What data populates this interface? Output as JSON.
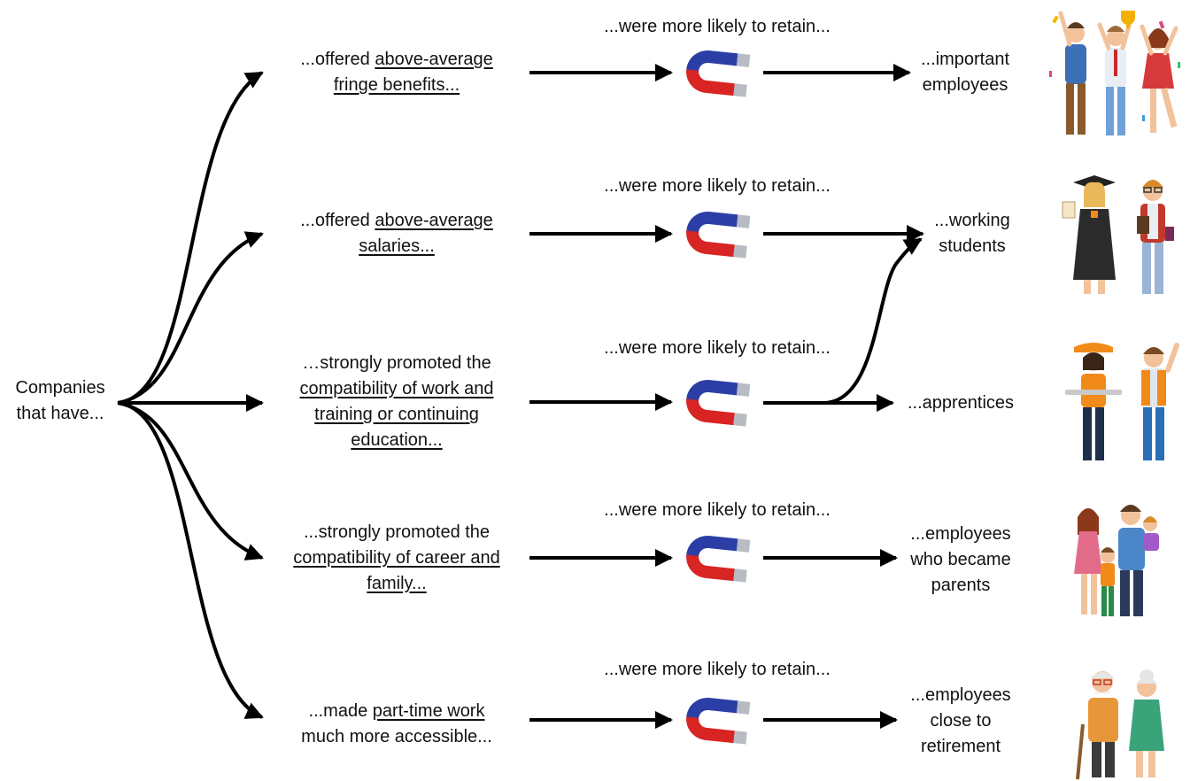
{
  "source": {
    "line1": "Companies",
    "line2": "that have..."
  },
  "retain_label": "...were more likely to retain...",
  "rows": [
    {
      "cause": [
        {
          "text": "...offered ",
          "underline": false
        },
        {
          "text": "above-average",
          "underline": true
        },
        {
          "br": true
        },
        {
          "text": "fringe benefits...",
          "underline": true
        }
      ],
      "target": [
        "...important",
        "employees"
      ],
      "illustration": "celebrating-employees-trophy"
    },
    {
      "cause": [
        {
          "text": "...offered ",
          "underline": false
        },
        {
          "text": "above-average",
          "underline": true
        },
        {
          "br": true
        },
        {
          "text": "salaries...",
          "underline": true
        }
      ],
      "target": [
        "...working",
        "students"
      ],
      "illustration": "graduate-and-student"
    },
    {
      "cause": [
        {
          "text": "…strongly promoted the",
          "underline": false
        },
        {
          "br": true
        },
        {
          "text": "compatibility of work and",
          "underline": true
        },
        {
          "br": true
        },
        {
          "text": "training or continuing",
          "underline": true
        },
        {
          "br": true
        },
        {
          "text": "education...",
          "underline": true
        }
      ],
      "target": [
        "...apprentices"
      ],
      "illustration": "apprentices-in-uniform"
    },
    {
      "cause": [
        {
          "text": "...strongly promoted the",
          "underline": false
        },
        {
          "br": true
        },
        {
          "text": "compatibility of career and",
          "underline": true
        },
        {
          "br": true
        },
        {
          "text": "family...",
          "underline": true
        }
      ],
      "target": [
        "...employees",
        "who became",
        "parents"
      ],
      "illustration": "family-with-children"
    },
    {
      "cause": [
        {
          "text": "...made ",
          "underline": false
        },
        {
          "text": "part-time work",
          "underline": true
        },
        {
          "br": true
        },
        {
          "text": "much more accessible...",
          "underline": false
        }
      ],
      "target": [
        "...employees",
        "close to",
        "retirement"
      ],
      "illustration": "elderly-couple"
    }
  ],
  "icons": {
    "magnet": "magnet-icon"
  },
  "colors": {
    "arrow": "#000000",
    "magnet_red": "#d92424",
    "magnet_blue": "#2b3ea6",
    "magnet_tip": "#b8bcc2"
  }
}
